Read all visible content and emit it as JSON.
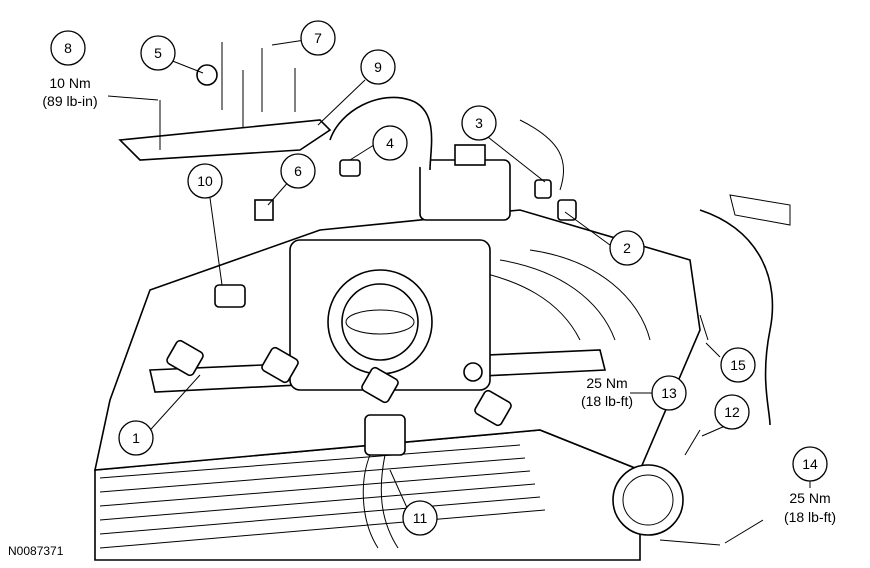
{
  "figure_id": "N0087371",
  "callouts": [
    {
      "id": "1",
      "label": "1"
    },
    {
      "id": "2",
      "label": "2"
    },
    {
      "id": "3",
      "label": "3"
    },
    {
      "id": "4",
      "label": "4"
    },
    {
      "id": "5",
      "label": "5"
    },
    {
      "id": "6",
      "label": "6"
    },
    {
      "id": "7",
      "label": "7"
    },
    {
      "id": "8",
      "label": "8"
    },
    {
      "id": "9",
      "label": "9"
    },
    {
      "id": "10",
      "label": "10"
    },
    {
      "id": "11",
      "label": "11"
    },
    {
      "id": "12",
      "label": "12"
    },
    {
      "id": "13",
      "label": "13"
    },
    {
      "id": "14",
      "label": "14"
    },
    {
      "id": "15",
      "label": "15"
    }
  ],
  "torque_specs": {
    "item8": {
      "metric": "10 Nm",
      "imperial": "(89 lb-in)"
    },
    "item13": {
      "metric": "25 Nm",
      "imperial": "(18 lb-ft)"
    },
    "item14": {
      "metric": "25 Nm",
      "imperial": "(18 lb-ft)"
    }
  }
}
